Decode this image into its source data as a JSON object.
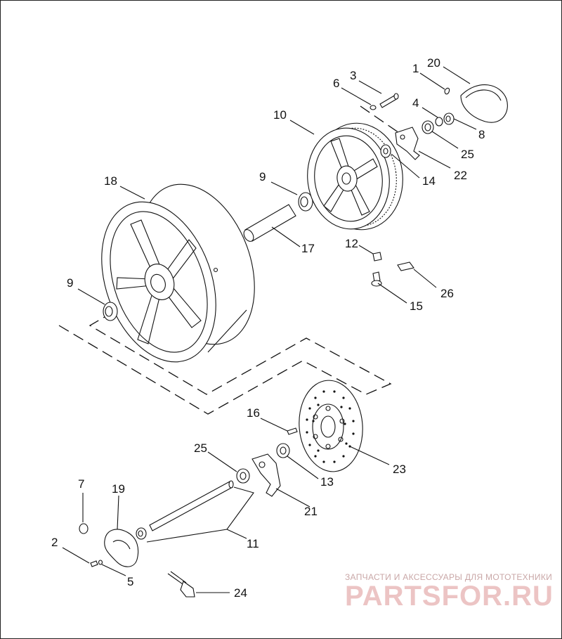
{
  "diagram": {
    "labels": [
      {
        "id": "1",
        "text": "1"
      },
      {
        "id": "20",
        "text": "20"
      },
      {
        "id": "3",
        "text": "3"
      },
      {
        "id": "6",
        "text": "6"
      },
      {
        "id": "4",
        "text": "4"
      },
      {
        "id": "8",
        "text": "8"
      },
      {
        "id": "10",
        "text": "10"
      },
      {
        "id": "25a",
        "text": "25"
      },
      {
        "id": "22",
        "text": "22"
      },
      {
        "id": "14",
        "text": "14"
      },
      {
        "id": "18",
        "text": "18"
      },
      {
        "id": "9a",
        "text": "9"
      },
      {
        "id": "17",
        "text": "17"
      },
      {
        "id": "12",
        "text": "12"
      },
      {
        "id": "26",
        "text": "26"
      },
      {
        "id": "15",
        "text": "15"
      },
      {
        "id": "9b",
        "text": "9"
      },
      {
        "id": "16",
        "text": "16"
      },
      {
        "id": "25b",
        "text": "25"
      },
      {
        "id": "13",
        "text": "13"
      },
      {
        "id": "23",
        "text": "23"
      },
      {
        "id": "7",
        "text": "7"
      },
      {
        "id": "19",
        "text": "19"
      },
      {
        "id": "21",
        "text": "21"
      },
      {
        "id": "2",
        "text": "2"
      },
      {
        "id": "11",
        "text": "11"
      },
      {
        "id": "5",
        "text": "5"
      },
      {
        "id": "24",
        "text": "24"
      }
    ]
  },
  "watermark": {
    "tagline": "ЗАПЧАСТИ И АКСЕССУАРЫ ДЛЯ МОТОТЕХНИКИ",
    "brand": "PARTSFOR.RU"
  },
  "colors": {
    "line": "#111111",
    "background": "#ffffff",
    "watermark": "#ecc4c4"
  }
}
